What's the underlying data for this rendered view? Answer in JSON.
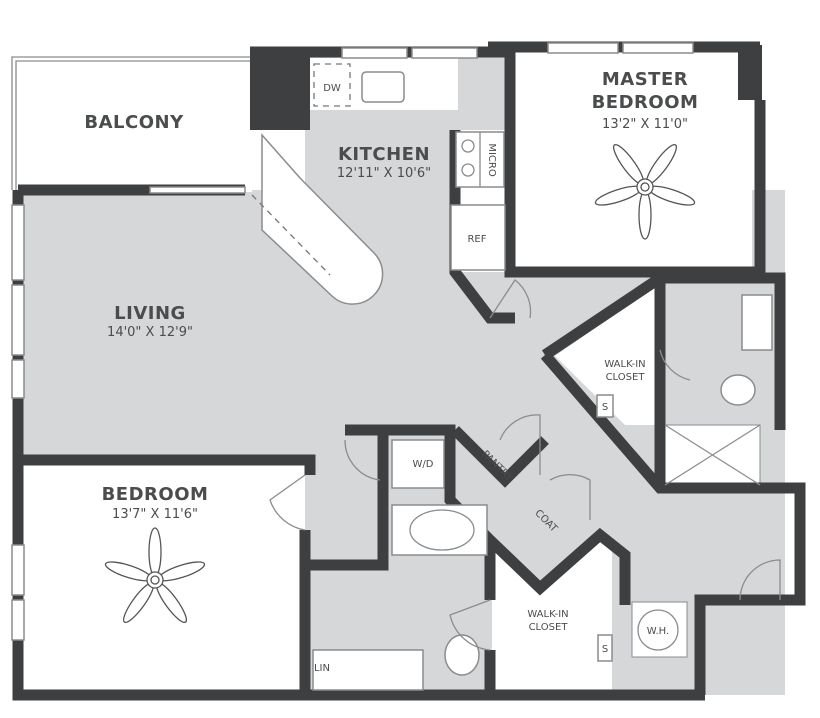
{
  "rooms": {
    "balcony": {
      "name": "BALCONY"
    },
    "kitchen": {
      "name": "KITCHEN",
      "dimensions": "12'11\" X 10'6\""
    },
    "master_bedroom": {
      "name_line1": "MASTER",
      "name_line2": "BEDROOM",
      "dimensions": "13'2\" X 11'0\""
    },
    "living": {
      "name": "LIVING",
      "dimensions": "14'0\" X 12'9\""
    },
    "bedroom": {
      "name": "BEDROOM",
      "dimensions": "13'7\" X 11'6\""
    },
    "master_closet": {
      "line1": "WALK-IN",
      "line2": "CLOSET",
      "shelf": "S"
    },
    "closet": {
      "line1": "WALK-IN",
      "line2": "CLOSET",
      "shelf": "S"
    }
  },
  "fixtures": {
    "dishwasher": "DW",
    "microwave": "MICRO",
    "refrigerator": "REF",
    "washer_dryer": "W/D",
    "pantry": "PANTRY",
    "coat": "COAT",
    "water_heater": "W.H.",
    "linen": "LIN"
  },
  "colors": {
    "wall": "#3d3f40",
    "floor": "#d6d7d8",
    "room": "#ffffff",
    "text": "#4a4c4d"
  }
}
